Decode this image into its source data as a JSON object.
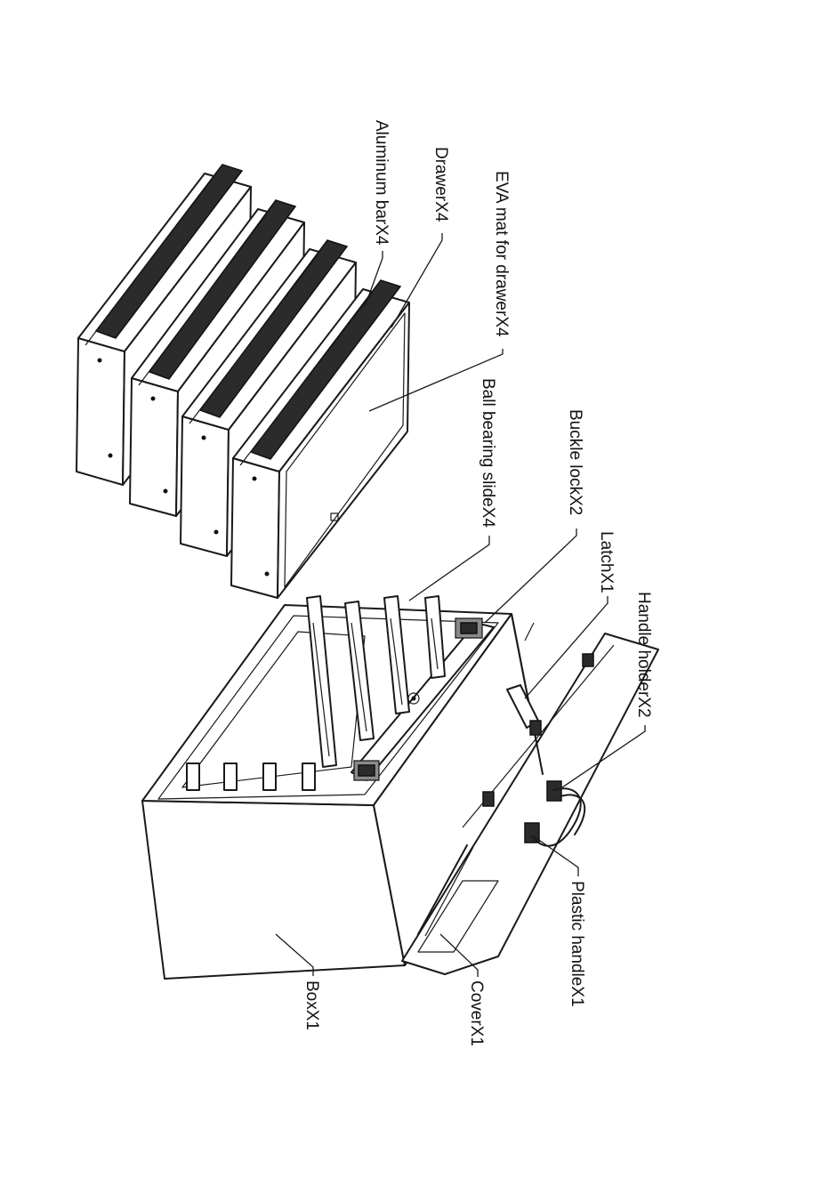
{
  "labels": {
    "aluminum_bar": "Aluminum barX4",
    "drawer": "DrawerX4",
    "eva_mat": "EVA mat for drawerX4",
    "ball_bearing_slide": "Ball bearing slideX4",
    "buckle_lock": "Buckle lockX2",
    "latch": "LatchX1",
    "handle_holder": "Handle holderX2",
    "plastic_handle": "Plastic handleX1",
    "box": "BoxX1",
    "cover": "CoverX1"
  }
}
